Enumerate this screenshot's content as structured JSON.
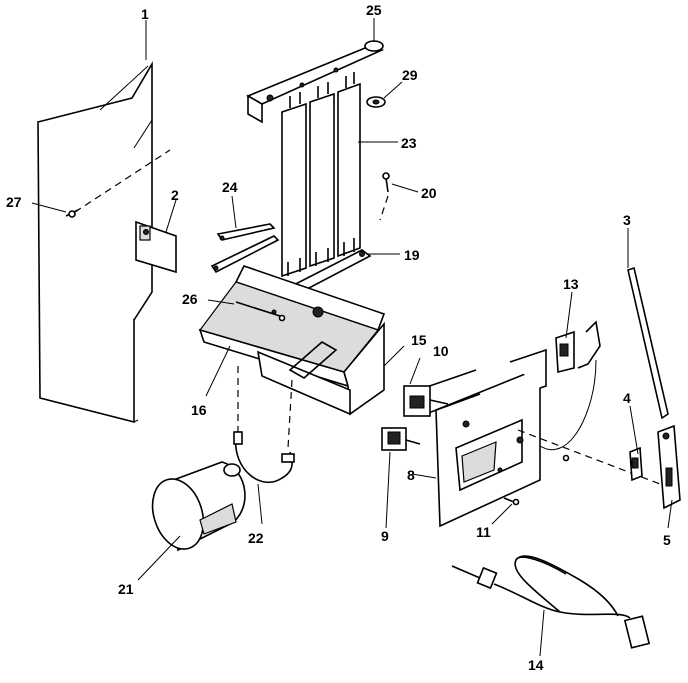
{
  "callouts": {
    "c1": "1",
    "c2": "2",
    "c3": "3",
    "c4": "4",
    "c5": "5",
    "c8": "8",
    "c9": "9",
    "c10": "10",
    "c11": "11",
    "c13": "13",
    "c14": "14",
    "c15": "15",
    "c16": "16",
    "c19": "19",
    "c20": "20",
    "c21": "21",
    "c22": "22",
    "c23": "23",
    "c24": "24",
    "c25": "25",
    "c26": "26",
    "c27": "27",
    "c29": "29"
  }
}
